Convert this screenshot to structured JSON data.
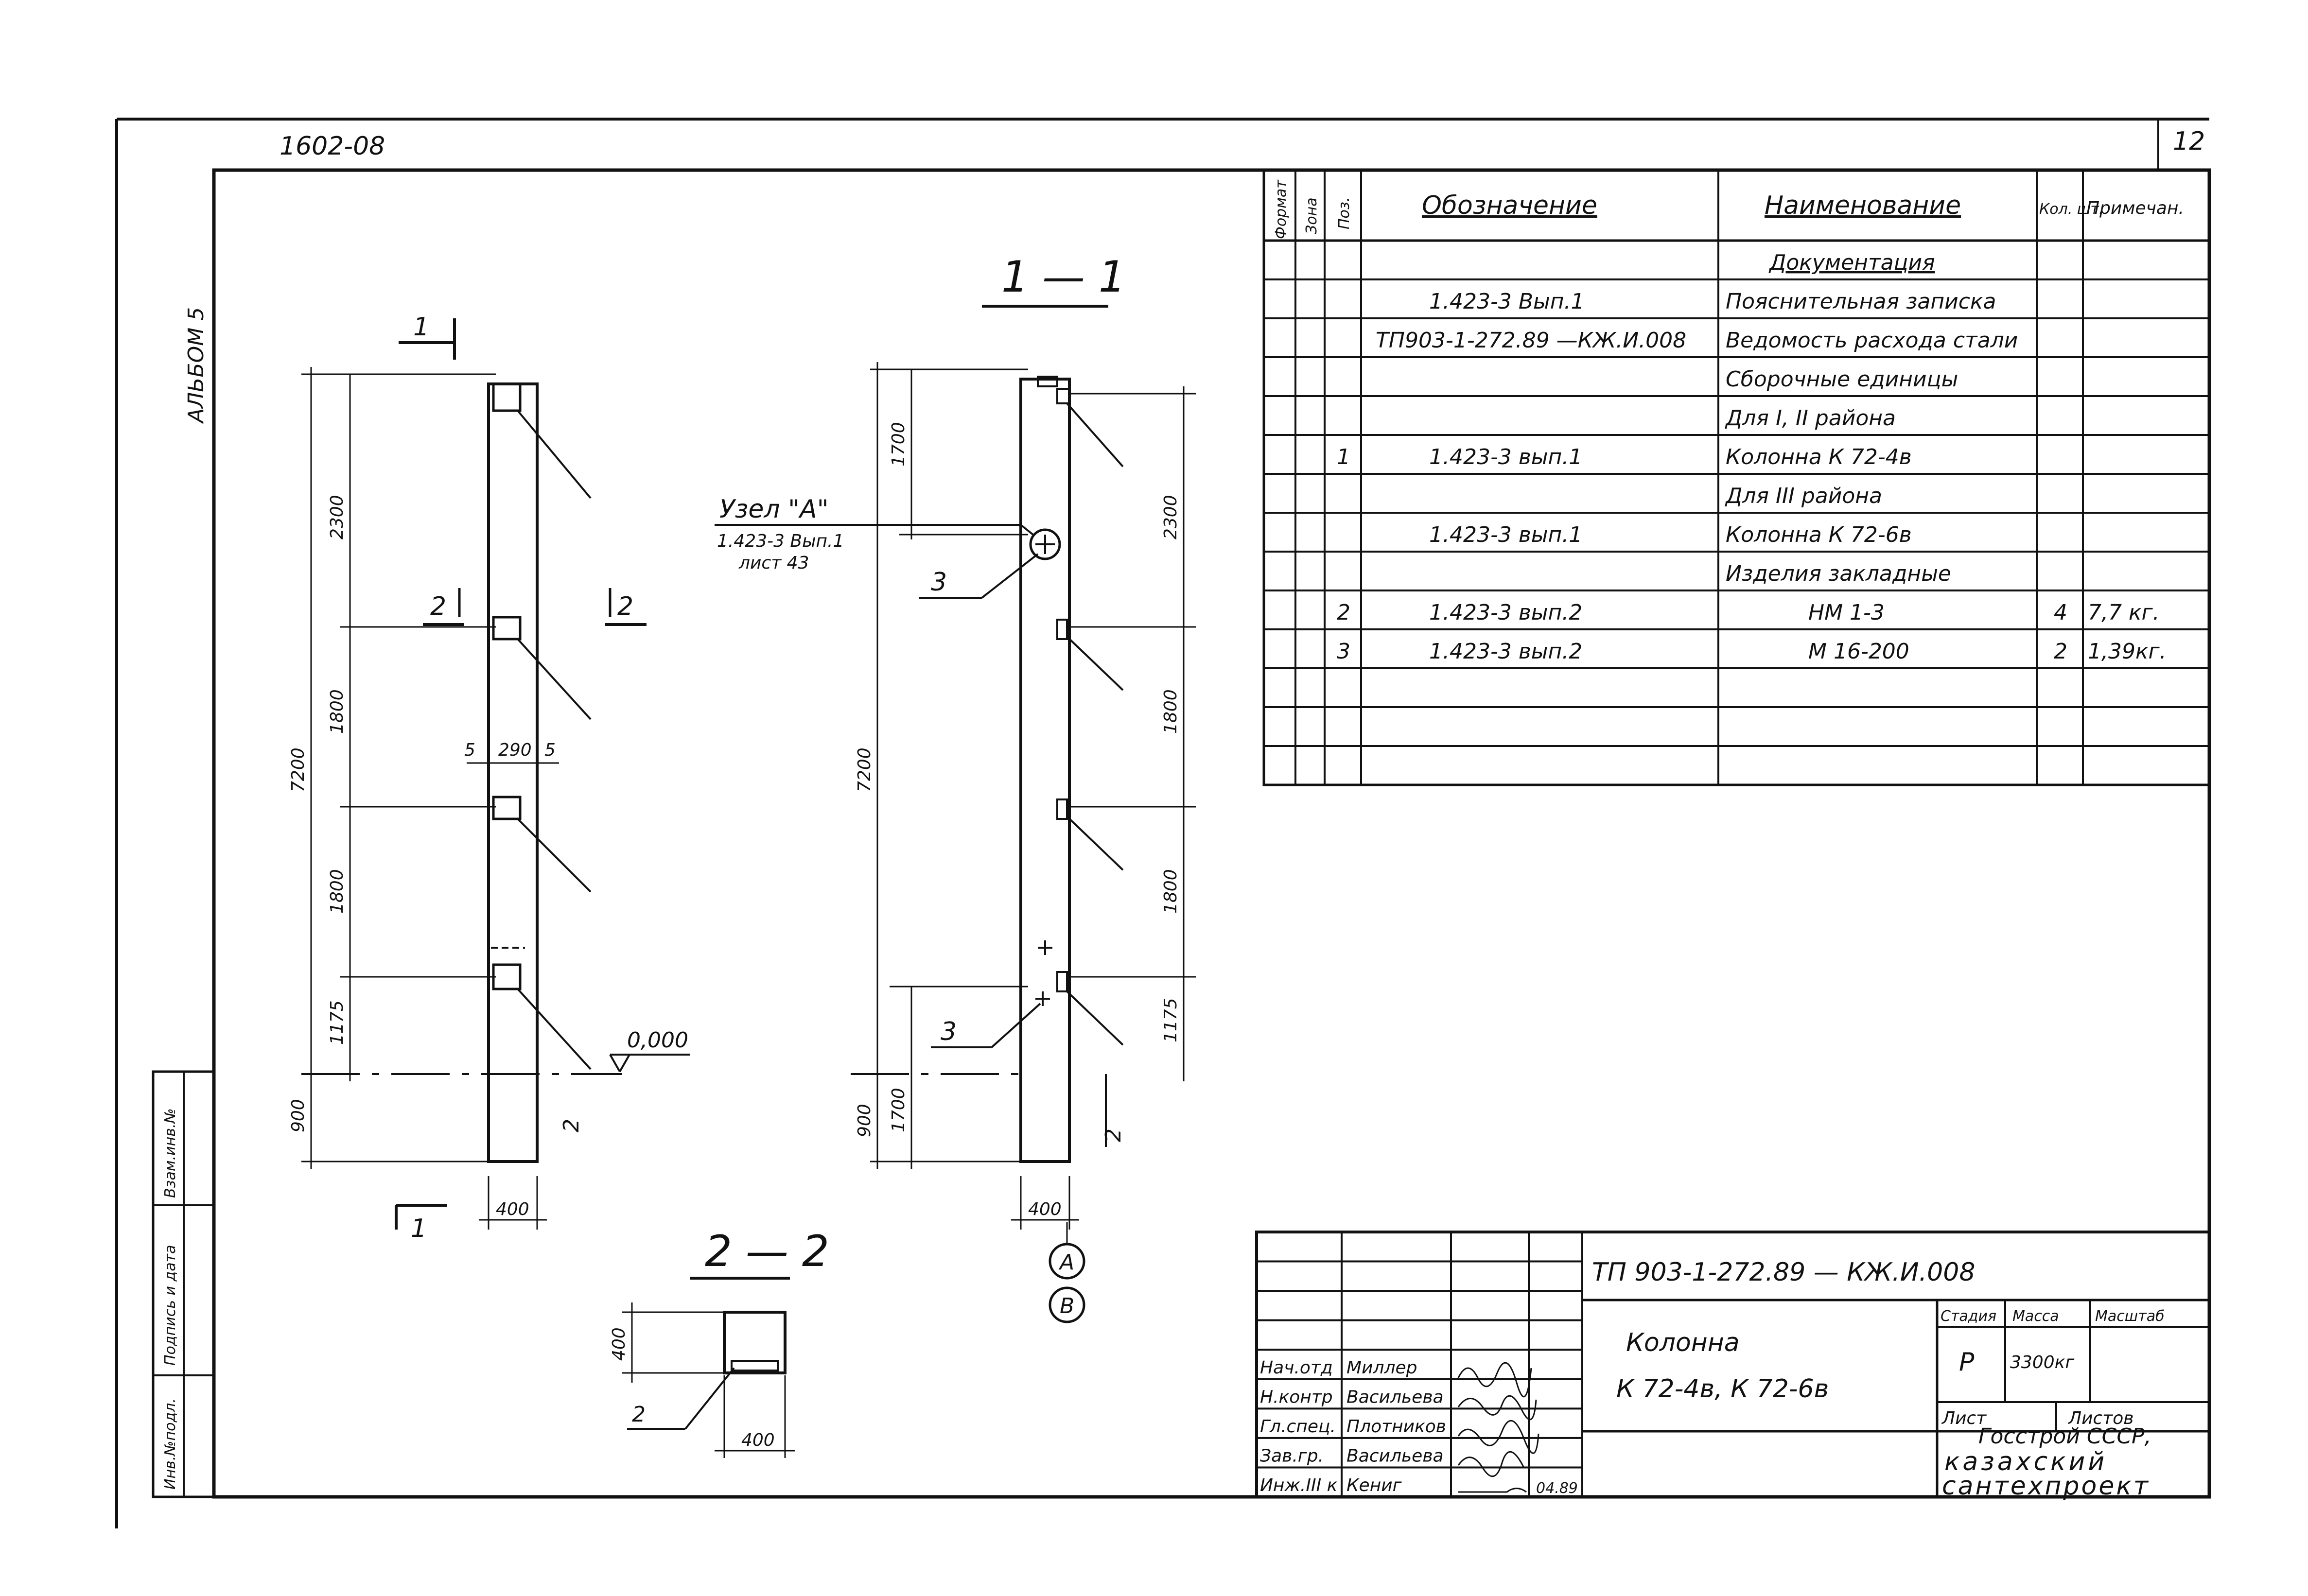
{
  "header": {
    "sheet_code": "1602-08",
    "sheet_number": "12",
    "album": "АЛЬБОМ 5"
  },
  "left_strip": {
    "inv_orig": "Инв.№подл.",
    "sign_date": "Подпись и дата",
    "replace_inv": "Взам.инв.№"
  },
  "spec": {
    "headers": {
      "format": "Формат",
      "zone": "Зона",
      "pos": "Поз.",
      "designation": "Обозначение",
      "name": "Наименование",
      "qty": "Кол. шт.",
      "note": "Примечан."
    },
    "rows": [
      {
        "pos": "",
        "designation": "",
        "name": "Документация",
        "qty": "",
        "note": ""
      },
      {
        "pos": "",
        "designation": "1.423-3   Вып.1",
        "name": "Пояснительная записка",
        "qty": "",
        "note": ""
      },
      {
        "pos": "",
        "designation": "ТП903-1-272.89 —КЖ.И.008",
        "name": "Ведомость расхода стали",
        "qty": "",
        "note": ""
      },
      {
        "pos": "",
        "designation": "",
        "name": "Сборочные единицы",
        "qty": "",
        "note": ""
      },
      {
        "pos": "",
        "designation": "",
        "name": "Для  I, II района",
        "qty": "",
        "note": ""
      },
      {
        "pos": "1",
        "designation": "1.423-3   вып.1",
        "name": "Колонна  К 72-4в",
        "qty": "",
        "note": ""
      },
      {
        "pos": "",
        "designation": "",
        "name": "Для  III  района",
        "qty": "",
        "note": ""
      },
      {
        "pos": "",
        "designation": "1.423-3   вып.1",
        "name": "Колонна  К 72-6в",
        "qty": "",
        "note": ""
      },
      {
        "pos": "",
        "designation": "",
        "name": "Изделия  закладные",
        "qty": "",
        "note": ""
      },
      {
        "pos": "2",
        "designation": "1.423-3   вып.2",
        "name": "НМ 1-3",
        "qty": "4",
        "note": "7,7 кг."
      },
      {
        "pos": "3",
        "designation": "1.423-3   вып.2",
        "name": "М 16-200",
        "qty": "2",
        "note": "1,39кг."
      },
      {
        "pos": "",
        "designation": "",
        "name": "",
        "qty": "",
        "note": ""
      },
      {
        "pos": "",
        "designation": "",
        "name": "",
        "qty": "",
        "note": ""
      },
      {
        "pos": "",
        "designation": "",
        "name": "",
        "qty": "",
        "note": ""
      }
    ]
  },
  "drawing": {
    "elevation": {
      "cut_mark": "1",
      "section_mark": "2",
      "dims_total": "7200",
      "dims_parts": [
        "2300",
        "1800",
        "1800",
        "1175"
      ],
      "dim_below": "900",
      "dim_width": "400",
      "dim_core": [
        "5",
        "290",
        "5"
      ],
      "level": "0,000",
      "callout": "2"
    },
    "section_1_1": {
      "title": "1 — 1",
      "node_label": "Узел \"А\"",
      "node_ref": "1.423-3 Вып.1",
      "node_sheet": "лист 43",
      "dims_left": [
        "1700",
        "7200",
        "900",
        "1700"
      ],
      "dims_right": [
        "2300",
        "1800",
        "1800",
        "1175"
      ],
      "dim_width": "400",
      "callout_top": "3",
      "callout_bottom": "3",
      "callout_side": "2",
      "axis_a": "А",
      "axis_b": "В"
    },
    "section_2_2": {
      "title": "2 — 2",
      "dim_height": "400",
      "dim_width": "400",
      "callout": "2"
    }
  },
  "title_block": {
    "doc_code": "ТП 903-1-272.89  — КЖ.И.008",
    "object_name_1": "Колонна",
    "object_name_2": "К 72-4в,  К 72-6в",
    "stage_label": "Стадия",
    "mass_label": "Масса",
    "scale_label": "Масштаб",
    "stage": "Р",
    "mass": "3300кг",
    "sheet_label": "Лист",
    "sheets_label": "Листов",
    "org_1": "Госстрой СССР,",
    "org_2": "казахский",
    "org_3": "сантехпроект",
    "date": "04.89",
    "people": [
      {
        "role": "Нач.отд",
        "name": "Миллер"
      },
      {
        "role": "Н.контр",
        "name": "Васильева"
      },
      {
        "role": "Гл.спец.",
        "name": "Плотников"
      },
      {
        "role": "Зав.гр.",
        "name": "Васильева"
      },
      {
        "role": "Инж.III к",
        "name": "Кениг"
      }
    ]
  }
}
